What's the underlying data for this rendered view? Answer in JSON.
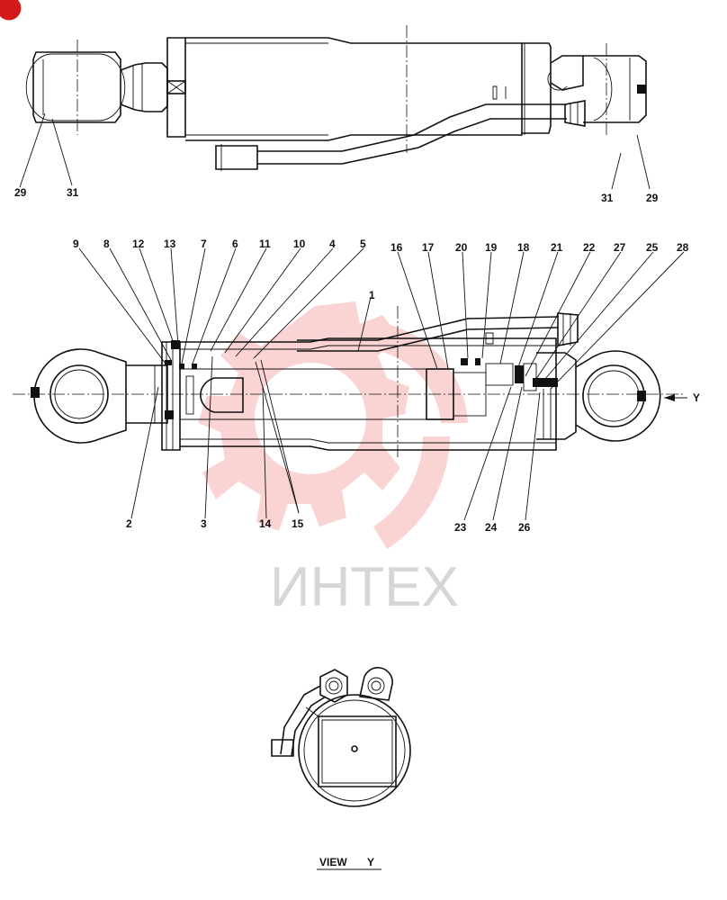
{
  "watermark": {
    "text": "ИНТЕХ",
    "color": "#f3a0a0"
  },
  "top_view": {
    "labels": [
      "29",
      "31",
      "31",
      "29"
    ]
  },
  "section_view": {
    "labels_top": [
      "9",
      "8",
      "12",
      "13",
      "7",
      "6",
      "11",
      "10",
      "4",
      "5",
      "1",
      "16",
      "17",
      "20",
      "19",
      "18",
      "21",
      "22",
      "27",
      "25",
      "28"
    ],
    "labels_bottom": [
      "2",
      "3",
      "14",
      "15",
      "23",
      "24",
      "26"
    ],
    "direction_label": "Y"
  },
  "end_view": {
    "caption_main": "VIEW",
    "caption_letter": "Y"
  }
}
